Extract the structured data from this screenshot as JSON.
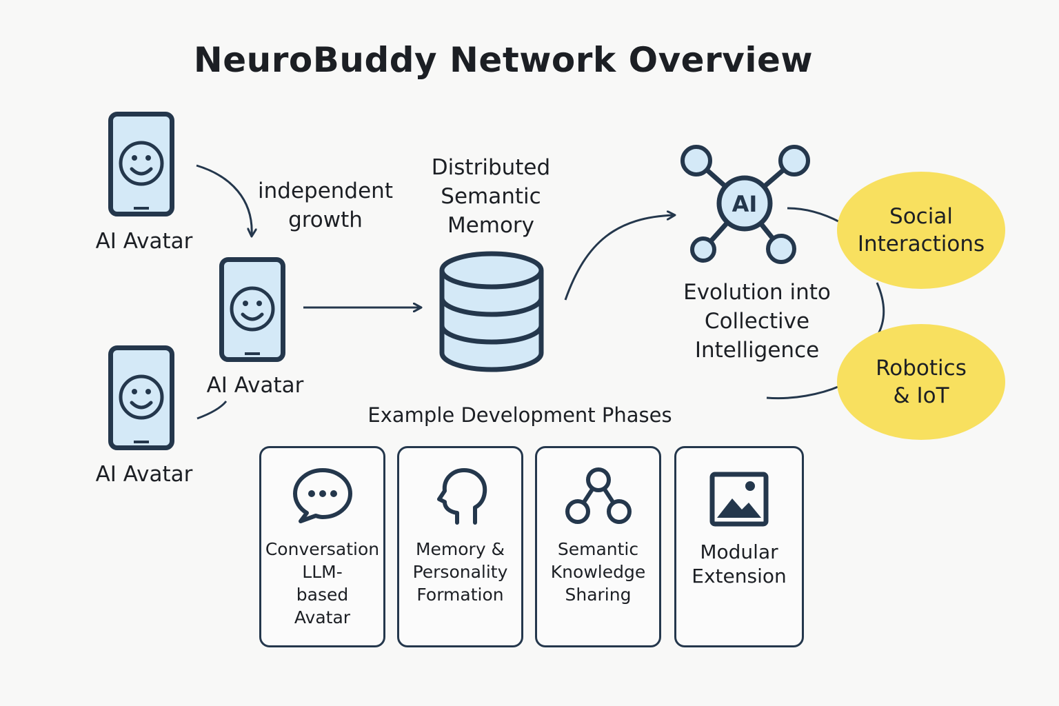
{
  "title": "NeuroBuddy Network Overview",
  "avatars": [
    {
      "label": "AI Avatar"
    },
    {
      "label": "AI Avatar"
    },
    {
      "label": "AI Avatar"
    }
  ],
  "edges": {
    "independent_growth": "independent\ngrowth"
  },
  "memory": {
    "label": "Distributed\nSemantic\nMemory",
    "icon": "database-icon"
  },
  "collective": {
    "hub_text": "AI",
    "label": "Evolution into\nCollective\nIntelligence",
    "icon": "network-hub-icon"
  },
  "extensions": [
    {
      "label": "Social\nInteractions"
    },
    {
      "label": "Robotics\n& IoT"
    }
  ],
  "phases": {
    "heading": "Example Development Phases",
    "items": [
      {
        "label": "Conversation\nLLM-\nbased\nAvatar",
        "icon": "chat-bubble-icon"
      },
      {
        "label": "Memory &\nPersonality\nFormation",
        "icon": "head-profile-icon"
      },
      {
        "label": "Semantic\nKnowledge\nSharing",
        "icon": "node-graph-icon"
      },
      {
        "label": "Modular\nExtension",
        "icon": "image-icon"
      }
    ]
  },
  "colors": {
    "stroke": "#24374c",
    "fill_light": "#d4e9f7",
    "accent_yellow": "#f8e05f",
    "background": "#f8f8f7"
  }
}
